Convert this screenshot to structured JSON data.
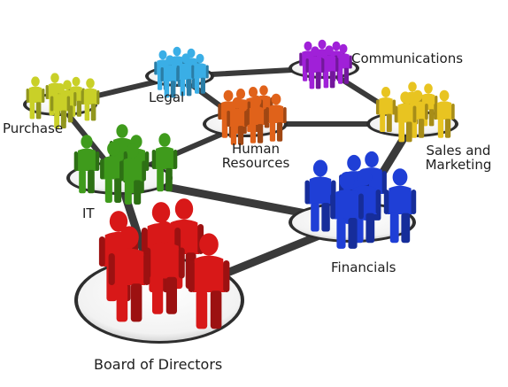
{
  "groups": [
    {
      "id": "communications",
      "label": "Communications",
      "color": "#a020d8"
    },
    {
      "id": "legal",
      "label": "Legal",
      "color": "#3aaee6"
    },
    {
      "id": "purchase",
      "label": "Purchase",
      "color": "#c9d028"
    },
    {
      "id": "human-resources",
      "label": "Human\nResources",
      "color": "#e0621a"
    },
    {
      "id": "sales-marketing",
      "label": "Sales and\nMarketing",
      "color": "#e8c421"
    },
    {
      "id": "it",
      "label": "IT",
      "color": "#3f9b1c"
    },
    {
      "id": "financials",
      "label": "Financials",
      "color": "#1f3fd6"
    },
    {
      "id": "board",
      "label": "Board of Directors",
      "color": "#d81818"
    }
  ],
  "links": [
    [
      "purchase",
      "legal"
    ],
    [
      "legal",
      "communications"
    ],
    [
      "communications",
      "sales-marketing"
    ],
    [
      "human-resources",
      "sales-marketing"
    ],
    [
      "legal",
      "human-resources"
    ],
    [
      "purchase",
      "it"
    ],
    [
      "it",
      "human-resources"
    ],
    [
      "it",
      "financials"
    ],
    [
      "sales-marketing",
      "financials"
    ],
    [
      "it",
      "board"
    ],
    [
      "financials",
      "board"
    ]
  ]
}
